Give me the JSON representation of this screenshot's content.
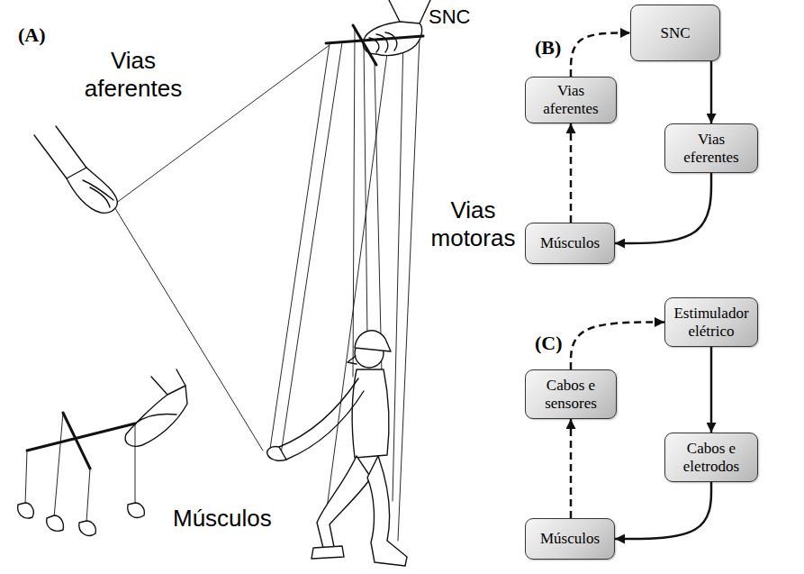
{
  "diagram": {
    "nodes": [
      {
        "text": [
          "SNC"
        ]
      },
      {
        "text": [
          "Vias aferentes"
        ]
      },
      {
        "text": [
          "Vias eferentes"
        ]
      },
      {
        "text": [
          "Músculos"
        ]
      },
      {
        "text": [
          "Estimulador elétrico"
        ]
      },
      {
        "text": [
          "Cabos e sensores"
        ]
      },
      {
        "text": [
          "Cabos e eletrodos"
        ]
      },
      {
        "text": [
          "Músculos"
        ]
      }
    ],
    "edges": [
      {
        "from": 0,
        "to": 2,
        "arrow": "to"
      },
      {
        "from": 2,
        "to": 3,
        "arrow": "to"
      },
      {
        "from": 3,
        "to": 1,
        "arrow": "to"
      },
      {
        "from": 1,
        "to": 0,
        "arrow": "to"
      },
      {
        "from": 4,
        "to": 6,
        "arrow": "to"
      },
      {
        "from": 6,
        "to": 7,
        "arrow": "to"
      },
      {
        "from": 7,
        "to": 5,
        "arrow": "to"
      },
      {
        "from": 5,
        "to": 4,
        "arrow": "to"
      }
    ],
    "labels": [
      "(A)",
      "Vias aferentes",
      "SNC",
      "Vias motoras",
      "Músculos",
      "(B)",
      "(C)"
    ]
  }
}
